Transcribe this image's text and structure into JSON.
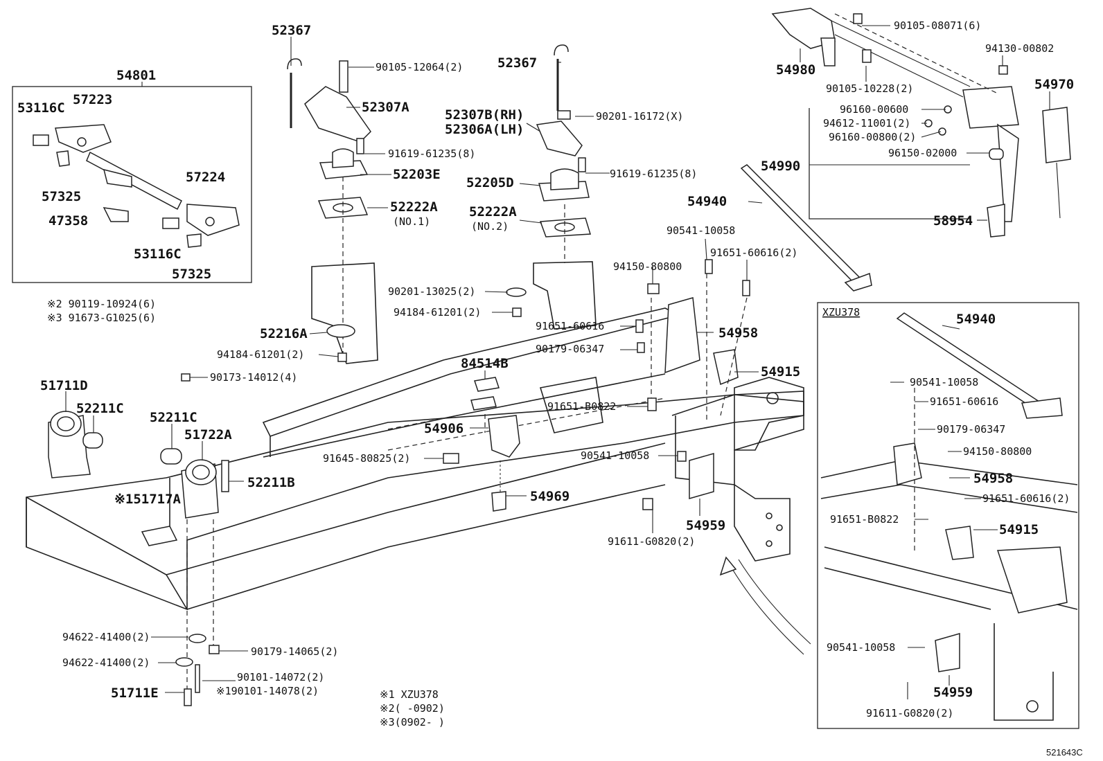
{
  "diagram_code": "521643C",
  "labels": {
    "l54801": "54801",
    "l53116c_a": "53116C",
    "l57223": "57223",
    "l57325_a": "57325",
    "l57224": "57224",
    "l47358": "47358",
    "l53116c_b": "53116C",
    "l57325_b": "57325",
    "l90119": "※2 90119-10924(6)",
    "l91673": "※3 91673-G1025(6)",
    "l52367_a": "52367",
    "l90105_12064": "90105-12064(2)",
    "l52307a": "52307A",
    "l91619_a": "91619-61235(8)",
    "l52203e": "52203E",
    "l52222a_a": "52222A",
    "l52222a_a_sub": "(NO.1)",
    "l52367_b": "52367",
    "l90201_16172": "90201-16172(X)",
    "l52307b": "52307B(RH)",
    "l52306a": "52306A(LH)",
    "l91619_b": "91619-61235(8)",
    "l52205d": "52205D",
    "l52222a_b": "52222A",
    "l52222a_b_sub": "(NO.2)",
    "l90201_13025": "90201-13025(2)",
    "l94184_a": "94184-61201(2)",
    "l52216a": "52216A",
    "l94184_b": "94184-61201(2)",
    "l90173": "90173-14012(4)",
    "l51711d": "51711D",
    "l52211c_a": "52211C",
    "l52211c_b": "52211C",
    "l51722a": "51722A",
    "l52211b": "52211B",
    "l51717a": "※151717A",
    "l94622_a": "94622-41400(2)",
    "l90179_14065": "90179-14065(2)",
    "l94622_b": "94622-41400(2)",
    "l90101_14072": "90101-14072(2)",
    "l90101_14078": "※190101-14078(2)",
    "l51711e": "51711E",
    "note1": "※1 XZU378",
    "note2": "※2(      -0902)",
    "note3": "※3(0902-      )",
    "l84514b": "84514B",
    "l54906": "54906",
    "l91645": "91645-80825(2)",
    "l54969": "54969",
    "l91651_b0822": "91651-B0822",
    "l90541_mid": "90541-10058",
    "l54959": "54959",
    "l91611": "91611-G0820(2)",
    "l94150": "94150-80800",
    "l90541_top": "90541-10058",
    "l91651_60616_2": "91651-60616(2)",
    "l91651_60616": "91651-60616",
    "l90179_06347": "90179-06347",
    "l54958": "54958",
    "l54915": "54915",
    "l54940": "54940",
    "l90105_08071": "90105-08071(6)",
    "l54980": "54980",
    "l90105_10228": "90105-10228(2)",
    "l94130": "94130-00802",
    "l54970": "54970",
    "l96160_00600": "96160-00600",
    "l94612": "94612-11001(2)",
    "l96160_00800": "96160-00800(2)",
    "l96150": "96150-02000",
    "l54990": "54990",
    "l58954": "58954",
    "inset_title": "XZU378",
    "i54940": "54940",
    "i90541_a": "90541-10058",
    "i91651_60616": "91651-60616",
    "i90179": "90179-06347",
    "i94150": "94150-80800",
    "i54958": "54958",
    "i91651_60616_2": "91651-60616(2)",
    "i91651_b0822": "91651-B0822",
    "i54915": "54915",
    "i90541_b": "90541-10058",
    "i54959": "54959",
    "i91611": "91611-G0820(2)"
  }
}
